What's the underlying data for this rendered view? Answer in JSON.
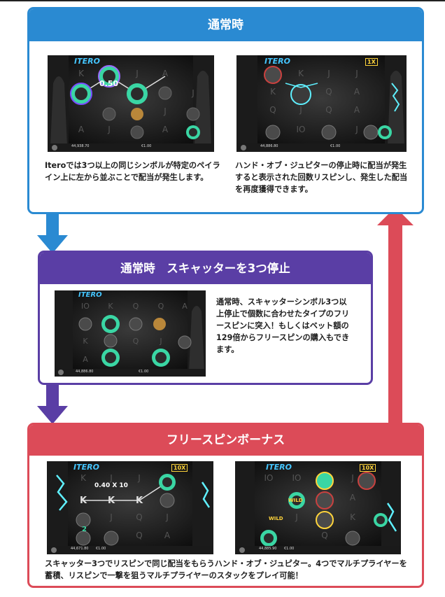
{
  "colors": {
    "blue": "#2a8ad2",
    "purple": "#5a3ea5",
    "red": "#dc4b58",
    "green": "#3ad6a4"
  },
  "normal": {
    "title": "通常時",
    "left_text": "Iteroでは3つ以上の同じシンボルが特定のペイライン上に左から並ぶことで配当が発生します。",
    "right_text": "ハンド・オブ・ジュピターの停止時に配当が発生すると表示された回数リスピンし、発生した配当を再度獲得できます。",
    "shot1": {
      "logo": "ITERO",
      "win": "0.50",
      "balance": "44,938.70",
      "bet": "€1.00"
    },
    "shot2": {
      "logo": "ITERO",
      "multi": "1X",
      "balance": "44,886.80",
      "bet": "€1.00"
    }
  },
  "scatter": {
    "title": "通常時　スキャッターを3つ停止",
    "text": "通常時、スキャッターシンボル3つ以上停止で個数に合わせたタイプのフリースピンに突入！もしくはベット額の129倍からフリースピンの購入もできます。",
    "shot": {
      "logo": "ITERO",
      "balance": "44,886.80",
      "bet": "€1.00"
    }
  },
  "free": {
    "title": "フリースピンボーナス",
    "text": "スキャッター3つでリスピンで同じ配当をもらうハンド・オブ・ジュピター。4つでマルチプライヤーを蓄積、リスピンで一撃を狙うマルチプライヤーのスタックをプレイ可能！",
    "shot1": {
      "logo": "ITERO",
      "multi": "10X",
      "win": "0.40 X 10",
      "balance": "44,671.80",
      "bet": "€1.00",
      "counter": "2"
    },
    "shot2": {
      "logo": "ITERO",
      "multi": "10X",
      "wild": "WILD",
      "balance": "44,885.90",
      "bet": "€1.00"
    }
  }
}
